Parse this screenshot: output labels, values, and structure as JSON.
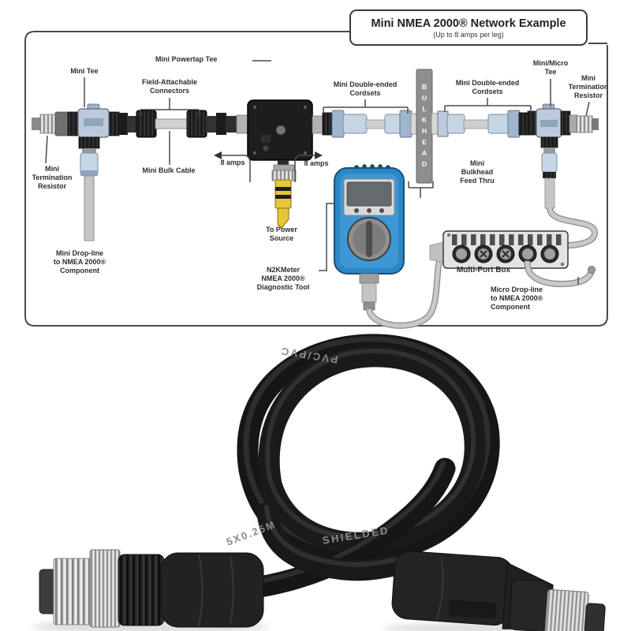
{
  "diagram": {
    "title": "Mini NMEA 2000® Network Example",
    "subtitle": "(Up to 8 amps per leg)",
    "labels": {
      "mini_tee": "Mini Tee",
      "mini_powertap_tee": "Mini Powertap Tee",
      "field_attachable_connectors": "Field-Attachable\nConnectors",
      "mini_termination_resistor_left": "Mini\nTermination\nResistor",
      "mini_bulk_cable": "Mini Bulk Cable",
      "amps_left": "8 amps",
      "amps_right": "8 amps",
      "to_power_source": "To Power\nSource",
      "mini_drop_line": "Mini Drop-line\nto NMEA 2000®\nComponent",
      "n2kmeter_tool": "N2KMeter\nNMEA 2000®\nDiagnostic Tool",
      "mini_double_ended_cordsets_left": "Mini Double-ended\nCordsets",
      "mini_double_ended_cordsets_right": "Mini Double-ended\nCordsets",
      "bulkhead": "BULKHEAD",
      "mini_bulkhead_feed_thru": "Mini\nBulkhead\nFeed Thru",
      "mini_micro_tee": "Mini/Micro\nTee",
      "mini_termination_resistor_right": "Mini\nTermination\nResistor",
      "multi_port_box": "Multi-Port Box",
      "micro_drop_line": "Micro Drop-line\nto NMEA 2000®\nComponent"
    }
  },
  "photo": {
    "cable_print_top": "PVC/PVC",
    "cable_print_spec": "5X0.25M",
    "cable_print_shielded": "SHIELDED"
  },
  "colors": {
    "meter_blue": "#2b87c6",
    "power_yellow": "#e8c438",
    "cordset_blue": "#c6d6e4",
    "bulkhead_gray": "#8e8e8e",
    "cable_black": "#161616",
    "line_gray": "#4a4a4a"
  }
}
